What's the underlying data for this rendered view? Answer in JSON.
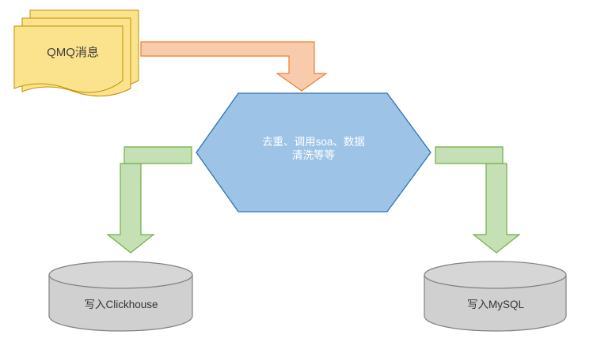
{
  "diagram": {
    "background_color": "#ffffff",
    "nodes": [
      {
        "id": "qmq-messages",
        "shape": "document-stack",
        "label": "QMQ消息",
        "fill": "#FBE38E",
        "stroke": "#BF9000",
        "text_color": "#3b3b3b"
      },
      {
        "id": "processing",
        "shape": "hexagon",
        "label": "去重、调用soa、数据\n清洗等等",
        "fill": "#9DC3E6",
        "stroke": "#2E75B6",
        "text_color": "#ffffff"
      },
      {
        "id": "clickhouse-sink",
        "shape": "cylinder",
        "label": "写入Clickhouse",
        "fill": "#D0D0D0",
        "stroke": "#808080",
        "text_color": "#333333"
      },
      {
        "id": "mysql-sink",
        "shape": "cylinder",
        "label": "写入MySQL",
        "fill": "#D0D0D0",
        "stroke": "#808080",
        "text_color": "#333333"
      }
    ],
    "connectors": [
      {
        "id": "qmq-to-processing",
        "from": "qmq-messages",
        "to": "processing",
        "style": "elbow-block-arrow",
        "fill": "#F8CBAD",
        "stroke": "#ED7D31"
      },
      {
        "id": "processing-to-clickhouse",
        "from": "processing",
        "to": "clickhouse-sink",
        "style": "elbow-block-arrow",
        "fill": "#C5E0B4",
        "stroke": "#70AD47"
      },
      {
        "id": "processing-to-mysql",
        "from": "processing",
        "to": "mysql-sink",
        "style": "elbow-block-arrow",
        "fill": "#C5E0B4",
        "stroke": "#70AD47"
      }
    ]
  }
}
